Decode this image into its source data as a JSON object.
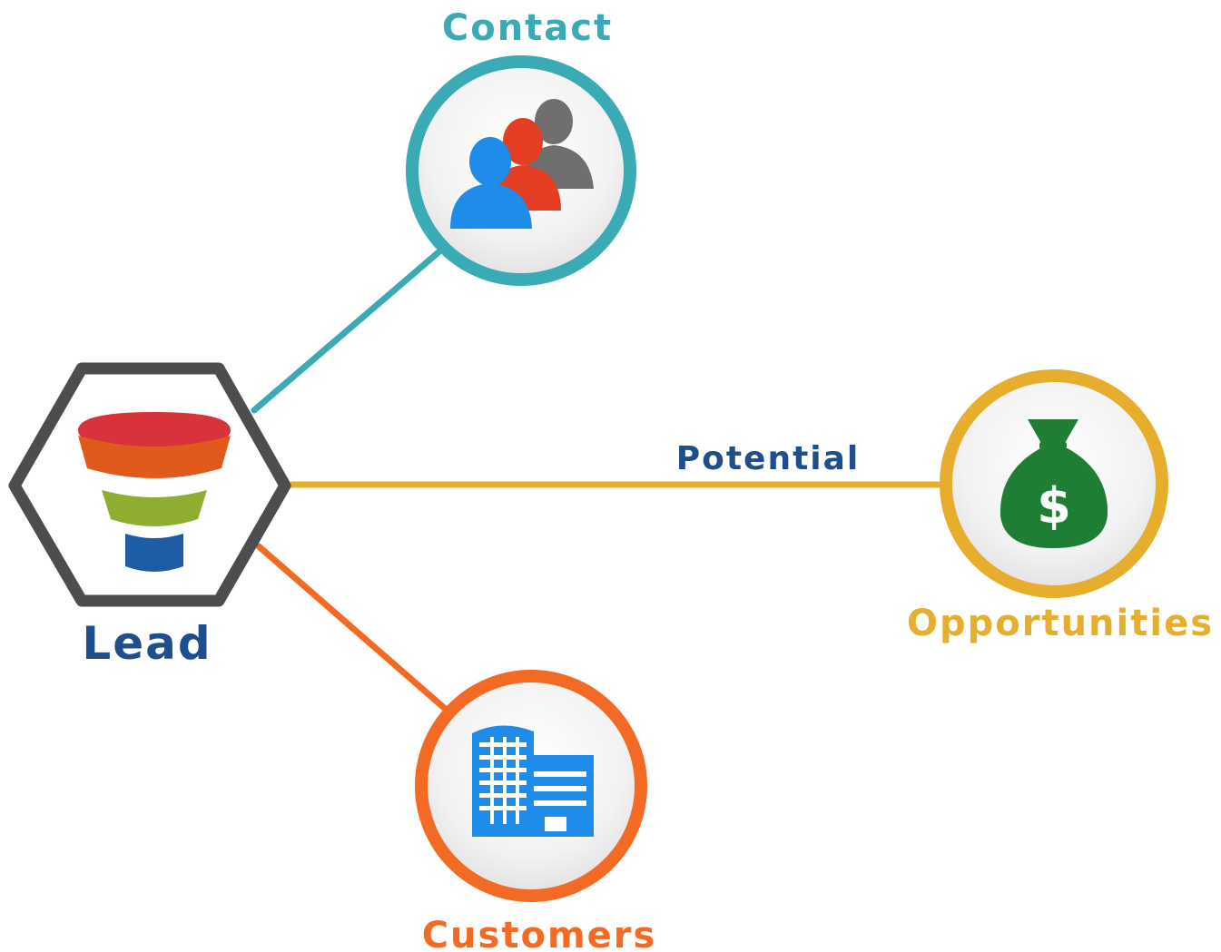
{
  "diagram": {
    "center": {
      "label": "Lead",
      "icon": "funnel-icon",
      "label_color": "#1f4e8c",
      "border_color": "#4d4d4d"
    },
    "nodes": [
      {
        "id": "contact",
        "label": "Contact",
        "icon": "users-group-icon",
        "color": "#3aaab4"
      },
      {
        "id": "opportunities",
        "label": "Opportunities",
        "icon": "money-bag-icon",
        "color": "#e7ae2d"
      },
      {
        "id": "customers",
        "label": "Customers",
        "icon": "office-building-icon",
        "color": "#f26a23"
      }
    ],
    "edges": [
      {
        "from": "lead",
        "to": "contact",
        "label": "",
        "color": "#3aaab4"
      },
      {
        "from": "lead",
        "to": "opportunities",
        "label": "Potential",
        "color": "#e7ae2d",
        "label_color": "#1f4e8c"
      },
      {
        "from": "lead",
        "to": "customers",
        "label": "",
        "color": "#f26a23"
      }
    ]
  }
}
